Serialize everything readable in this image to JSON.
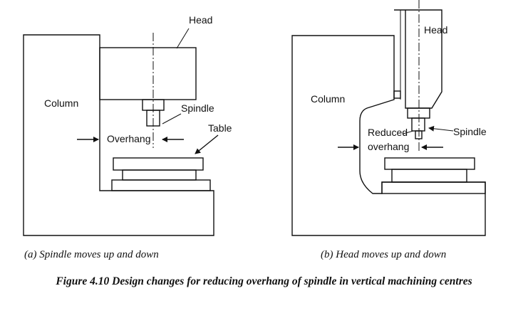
{
  "diagram_a": {
    "head_label": "Head",
    "column_label": "Column",
    "spindle_label": "Spindle",
    "table_label": "Table",
    "overhang_label": "Overhang",
    "caption": "(a) Spindle moves up and down"
  },
  "diagram_b": {
    "head_label": "Head",
    "column_label": "Column",
    "spindle_label": "Spindle",
    "overhang_label_line1": "Reduced",
    "overhang_label_line2": "overhang",
    "caption": "(b) Head moves up and down"
  },
  "figure_caption": "Figure 4.10 Design changes for reducing overhang of spindle in vertical machining centres"
}
